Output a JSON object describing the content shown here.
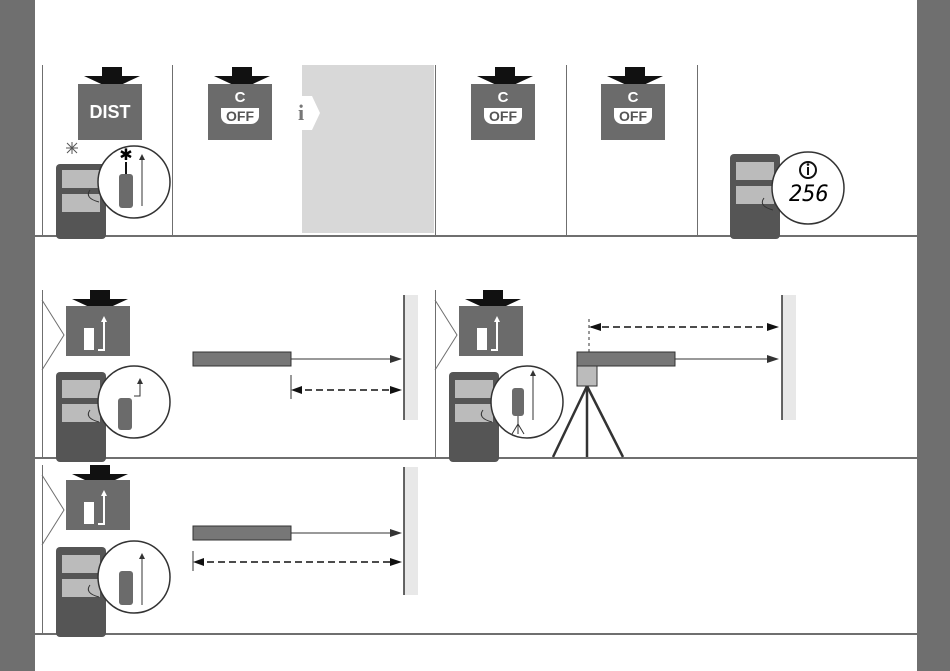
{
  "keys": {
    "dist": "DIST",
    "clear": "C",
    "off": "OFF"
  },
  "info_symbol": "i",
  "display_value": "256",
  "colors": {
    "side_bar": "#6f6f6f",
    "key": "#6b6b6b",
    "beam": "#777777",
    "info_panel": "#d8d8d8"
  },
  "icons": [
    "down-arrow-icon",
    "laser-icon",
    "device-icon",
    "info-icon",
    "tripod-icon",
    "rear-reference-icon",
    "front-reference-icon",
    "pin-reference-icon"
  ]
}
